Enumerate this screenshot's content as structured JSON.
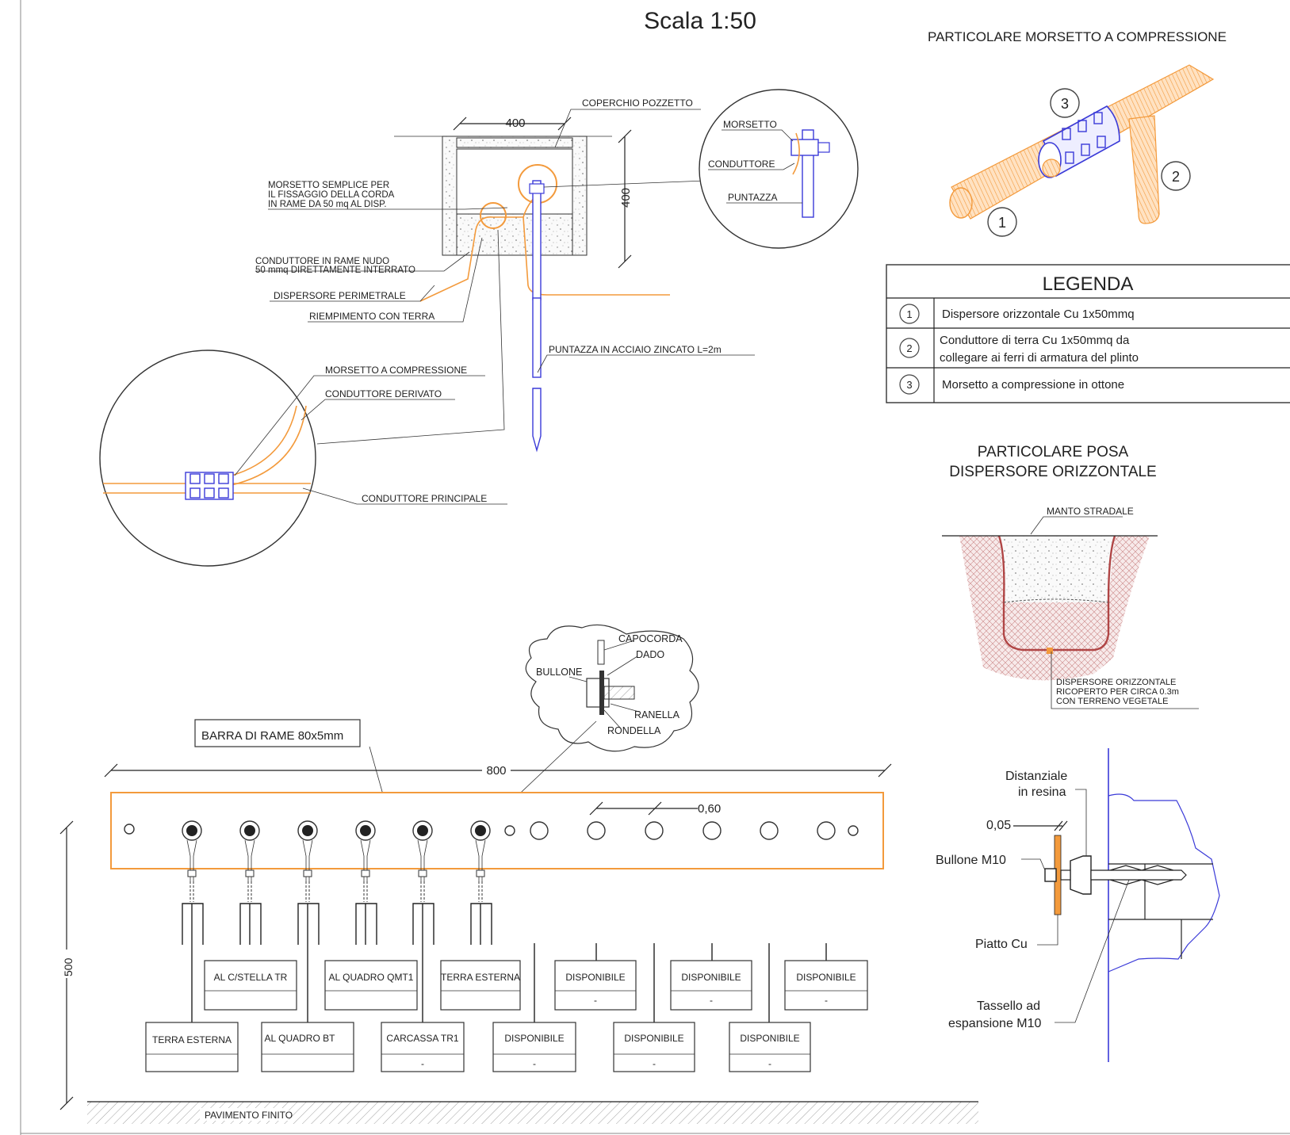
{
  "scale_title": "Scala 1:50",
  "colors": {
    "copper": "#f39a3c",
    "steel": "#3a3ad8",
    "soil": "#c0504d",
    "line": "#222222"
  },
  "pozzetto": {
    "dim_width": "400",
    "dim_height": "400",
    "labels": {
      "coperchio": "COPERCHIO POZZETTO",
      "morsetto_semplice_1": "MORSETTO SEMPLICE PER",
      "morsetto_semplice_2": "IL FISSAGGIO DELLA CORDA",
      "morsetto_semplice_3": "IN RAME DA 50 mq AL DISP.",
      "conduttore_nudo_1": "CONDUTTORE IN RAME NUDO",
      "conduttore_nudo_2": "50 mmq DIRETTAMENTE INTERRATO",
      "dispersore_perimetrale": "DISPERSORE PERIMETRALE",
      "riempimento": "RIEMPIMENTO CON TERRA",
      "puntazza_acciaio": "PUNTAZZA IN ACCIAIO ZINCATO L=2m"
    }
  },
  "detail_top": {
    "morsetto": "MORSETTO",
    "conduttore": "CONDUTTORE",
    "puntazza": "PUNTAZZA"
  },
  "detail_left": {
    "morsetto_compressione": "MORSETTO A COMPRESSIONE",
    "conduttore_derivato": "CONDUTTORE DERIVATO",
    "conduttore_principale": "CONDUTTORE PRINCIPALE"
  },
  "compression_detail": {
    "title": "PARTICOLARE MORSETTO A COMPRESSIONE",
    "markers": [
      "1",
      "2",
      "3"
    ]
  },
  "legend": {
    "title": "LEGENDA",
    "rows": [
      {
        "num": "1",
        "line1": "Dispersore orizzontale Cu 1x50mmq",
        "line2": ""
      },
      {
        "num": "2",
        "line1": "Conduttore di terra Cu 1x50mmq da",
        "line2": "collegare ai ferri di armatura del plinto"
      },
      {
        "num": "3",
        "line1": "Morsetto a compressione in ottone",
        "line2": ""
      }
    ]
  },
  "posa_detail": {
    "title_1": "PARTICOLARE  POSA",
    "title_2": "DISPERSORE ORIZZONTALE",
    "manto": "MANTO STRADALE",
    "note_1": "DISPERSORE ORIZZONTALE",
    "note_2": "RICOPERTO PER CIRCA 0.3m",
    "note_3": "CON TERRENO VEGETALE"
  },
  "bolt_detail": {
    "capocorda": "CAPOCORDA",
    "dado": "DADO",
    "bullone": "BULLONE",
    "ranella": "RANELLA",
    "rondella": "RONDELLA"
  },
  "busbar": {
    "label": "BARRA DI RAME 80x5mm",
    "dim_length": "800",
    "dim_pitch": "0,60",
    "dim_height": "500",
    "floor": "PAVIMENTO FINITO",
    "tags_top": [
      {
        "label": "AL C/STELLA TR",
        "value": ""
      },
      {
        "label": "AL QUADRO QMT1",
        "value": ""
      },
      {
        "label": "TERRA ESTERNA",
        "value": ""
      },
      {
        "label": "DISPONIBILE",
        "value": "-"
      },
      {
        "label": "DISPONIBILE",
        "value": "-"
      },
      {
        "label": "DISPONIBILE",
        "value": "-"
      }
    ],
    "tags_bottom": [
      {
        "label": "TERRA ESTERNA",
        "value": ""
      },
      {
        "label": "AL QUADRO BT",
        "value": ""
      },
      {
        "label": "CARCASSA TR1",
        "value": "-"
      },
      {
        "label": "DISPONIBILE",
        "value": "-"
      },
      {
        "label": "DISPONIBILE",
        "value": "-"
      },
      {
        "label": "DISPONIBILE",
        "value": "-"
      }
    ]
  },
  "anchor_detail": {
    "distanziale_1": "Distanziale",
    "distanziale_2": "in resina",
    "dim": "0,05",
    "bullone": "Bullone M10",
    "piatto": "Piatto Cu",
    "tassello_1": "Tassello ad",
    "tassello_2": "espansione M10"
  }
}
